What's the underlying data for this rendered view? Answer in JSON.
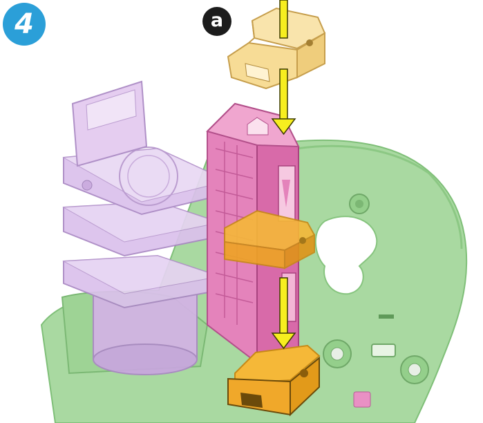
{
  "step": {
    "number": "4",
    "color": "#2b9fd8"
  },
  "part_label": {
    "letter": "a",
    "color": "#1c1c1c"
  },
  "parts": {
    "clip_part_a": {
      "color": "#f7dc96",
      "role": "part a (loose, above)"
    },
    "tower": {
      "color": "#e07fb6"
    },
    "clips_installed": {
      "color": "#f5b838"
    },
    "trays": {
      "color": "#d7b8e8"
    },
    "base": {
      "color": "#a9d9a1"
    }
  },
  "arrows": {
    "color": "#f7ee1f",
    "outline": "#3a3a00",
    "count": 2
  }
}
